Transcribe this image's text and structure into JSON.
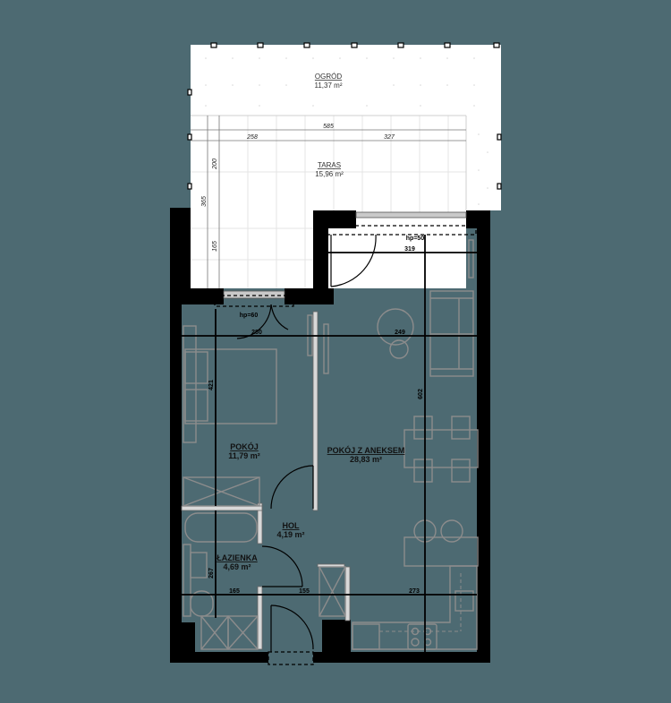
{
  "colors": {
    "background": "#4d6a72",
    "walls": "#000000",
    "exterior_fill": "#ffffff",
    "furniture": "#8c8c8c"
  },
  "exterior": {
    "garden": {
      "name": "OGRÓD",
      "area": "11,37 m²"
    },
    "terrace": {
      "name": "TARAS",
      "area": "15,96 m²"
    }
  },
  "rooms": {
    "living": {
      "name": "POKÓJ Z ANEKSEM",
      "area": "28,83 m²"
    },
    "bedroom": {
      "name": "POKÓJ",
      "area": "11,79 m²"
    },
    "hall": {
      "name": "HOL",
      "area": "4,19 m²"
    },
    "bathroom": {
      "name": "ŁAZIENKA",
      "area": "4,69 m²"
    }
  },
  "dimensions": {
    "terrace_total": "585",
    "terrace_left": "258",
    "terrace_right": "327",
    "terrace_depth_upper": "200",
    "terrace_depth_total": "365",
    "terrace_depth_lower": "165",
    "living_width_top": "319",
    "living_width_mid": "249",
    "living_height": "602",
    "bedroom_width": "280",
    "bedroom_height": "421",
    "bath_width": "165",
    "bath_height": "267",
    "hall_width": "155",
    "kitchen_width": "273",
    "living_window_sill": "hp=50",
    "bedroom_window_sill": "hp=60"
  }
}
